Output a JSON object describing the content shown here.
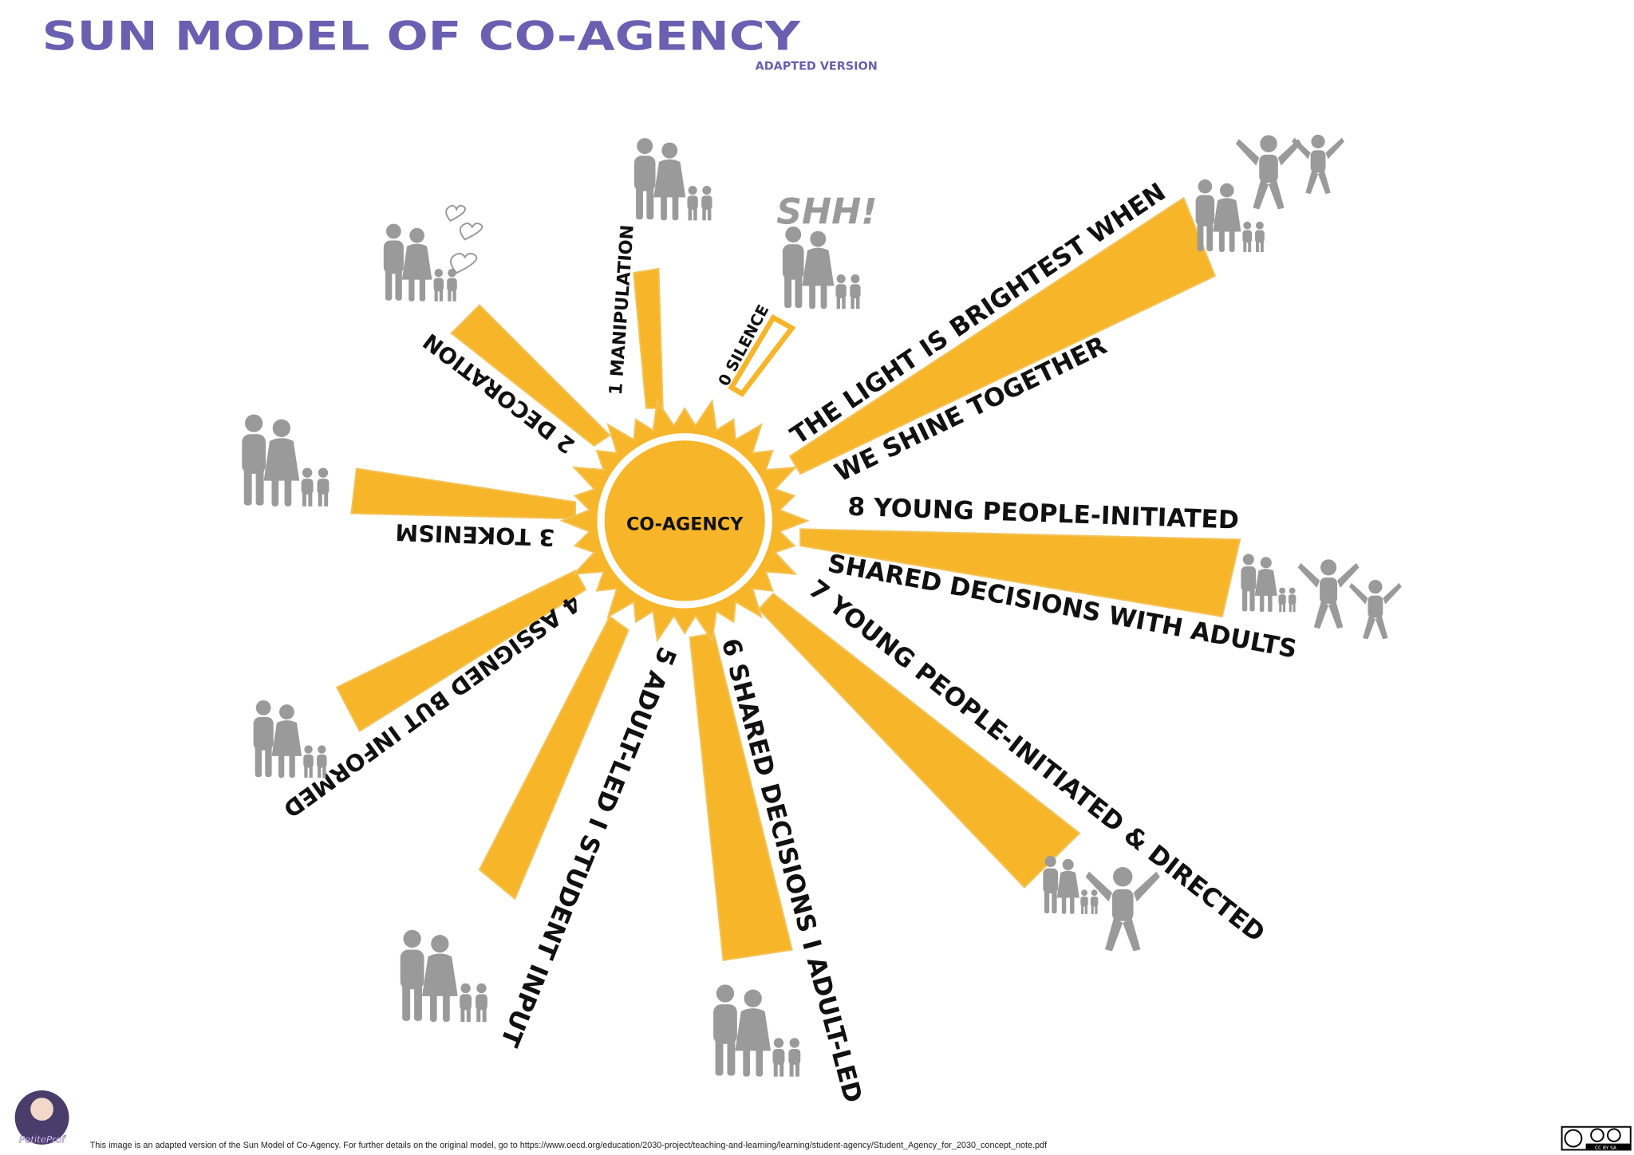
{
  "header": {
    "title": "SUN MODEL OF CO-AGENCY",
    "subtitle": "ADAPTED VERSION"
  },
  "center": {
    "label": "CO-AGENCY"
  },
  "levels": [
    {
      "id": "0",
      "label": "0 SILENCE"
    },
    {
      "id": "1",
      "label": "1 MANIPULATION"
    },
    {
      "id": "2",
      "label": "2 DECORATION"
    },
    {
      "id": "3",
      "label": "3 TOKENISM"
    },
    {
      "id": "4",
      "label": "4 ASSIGNED BUT INFORMED"
    },
    {
      "id": "5",
      "label": "5 ADULT-LED I STUDENT INPUT"
    },
    {
      "id": "6",
      "label": "6 SHARED DECISIONS I ADULT-LED"
    },
    {
      "id": "7",
      "label": "7 YOUNG PEOPLE-INITIATED & DIRECTED"
    },
    {
      "id": "8",
      "label_line1": "8 YOUNG PEOPLE-INITIATED",
      "label_line2": "SHARED DECISIONS WITH ADULTS"
    }
  ],
  "motto": {
    "line1": "THE LIGHT IS BRIGHTEST WHEN",
    "line2": "WE SHINE TOGETHER"
  },
  "silence_bubble": "SHH!",
  "footer": {
    "note": "This image is an adapted version of the Sun Model of Co-Agency. For further details on the original model, go to https://www.oecd.org/education/2030-project/teaching-and-learning/learning/student-agency/Student_Agency_for_2030_concept_note.pdf",
    "logo_text": "PetiteProf",
    "license": "CC BY SA"
  },
  "colors": {
    "sun": "#f7b52a",
    "title": "#6a5fb0",
    "people": "#9a9a9a"
  }
}
